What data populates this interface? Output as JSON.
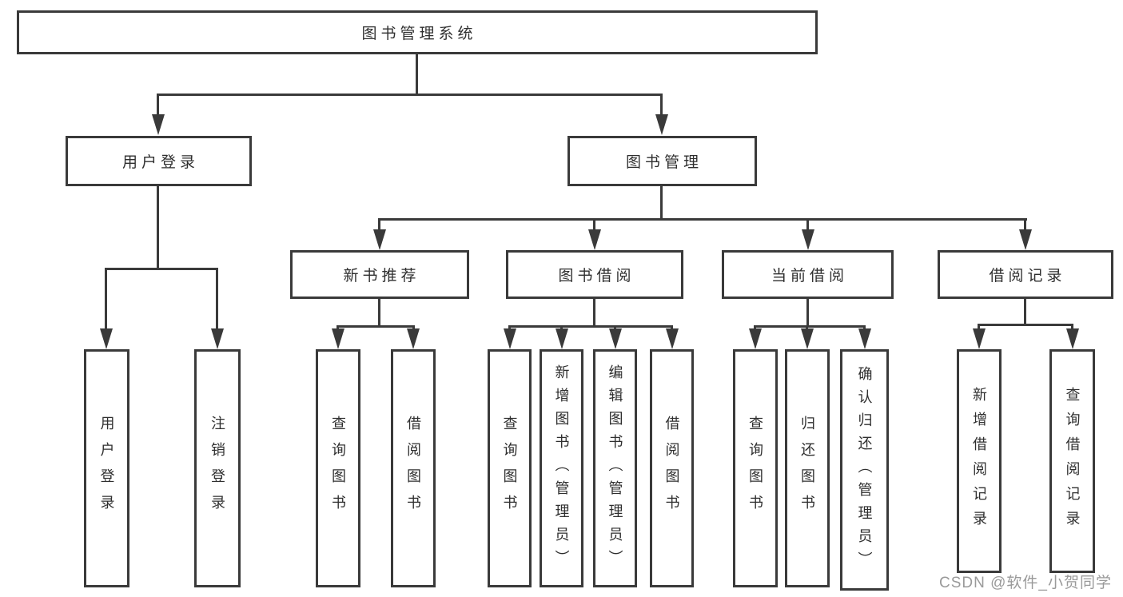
{
  "diagram_title": "图书管理系统",
  "nodes": {
    "root": "图书管理系统",
    "login": "用户登录",
    "mgmt": "图书管理",
    "newbook": "新书推荐",
    "borrow": "图书借阅",
    "current": "当前借阅",
    "records": "借阅记录"
  },
  "leaves": {
    "login1": "用户登录",
    "login2": "注销登录",
    "newbook1": "查询图书",
    "newbook2": "借阅图书",
    "borrow1": "查询图书",
    "borrow2": "新增图书（管理员）",
    "borrow3": "编辑图书（管理员）",
    "borrow4": "借阅图书",
    "current1": "查询图书",
    "current2": "归还图书",
    "current3": "确认归还（管理员）",
    "records1": "新增借阅记录",
    "records2": "查询借阅记录"
  },
  "hierarchy": {
    "root_children": [
      "用户登录",
      "图书管理"
    ],
    "用户登录": [
      "用户登录",
      "注销登录"
    ],
    "图书管理": [
      "新书推荐",
      "图书借阅",
      "当前借阅",
      "借阅记录"
    ],
    "新书推荐": [
      "查询图书",
      "借阅图书"
    ],
    "图书借阅": [
      "查询图书",
      "新增图书（管理员）",
      "编辑图书（管理员）",
      "借阅图书"
    ],
    "当前借阅": [
      "查询图书",
      "归还图书",
      "确认归还（管理员）"
    ],
    "借阅记录": [
      "新增借阅记录",
      "查询借阅记录"
    ]
  },
  "watermark": "CSDN @软件_小贺同学",
  "colors": {
    "line": "#3a3a3a",
    "text": "#2f2f2f",
    "watermark": "#9a9a9a",
    "background": "#ffffff"
  }
}
